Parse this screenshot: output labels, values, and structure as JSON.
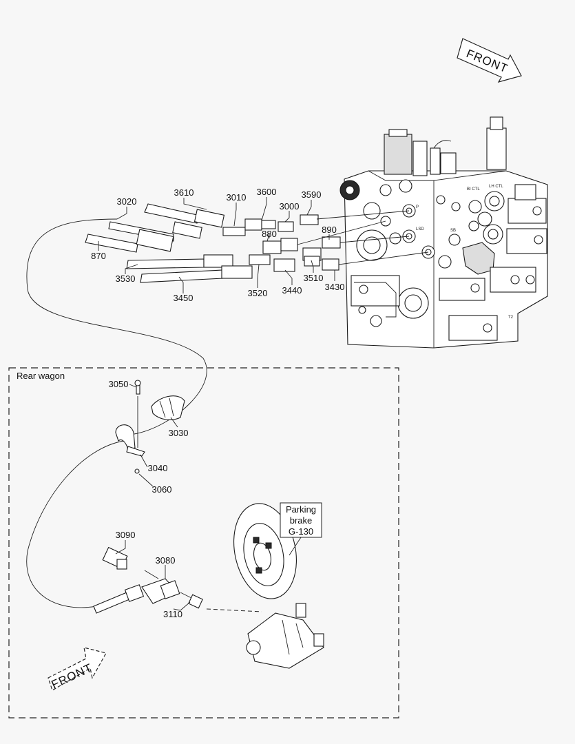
{
  "labels": {
    "p3020": "3020",
    "p3610": "3610",
    "p3010": "3010",
    "p3600": "3600",
    "p3590": "3590",
    "p3000": "3000",
    "p880": "880",
    "p890": "890",
    "p870": "870",
    "p3530": "3530",
    "p3450": "3450",
    "p3520": "3520",
    "p3440": "3440",
    "p3510": "3510",
    "p3430": "3430",
    "p3050": "3050",
    "p3030": "3030",
    "p3040": "3040",
    "p3060": "3060",
    "p3090": "3090",
    "p3080": "3080",
    "p3110": "3110"
  },
  "front_top": "FRONT",
  "front_bottom": "FRONT",
  "rear_wagon": "Rear wagon",
  "parking_brake": {
    "line1": "Parking",
    "line2": "brake",
    "line3": "G-130"
  },
  "port_labels": {
    "bi_ctl": "BI CTL",
    "lh_ctl": "LH CTL",
    "lsd": "LSD",
    "p": "P",
    "sb": "SB",
    "t2": "T2"
  }
}
